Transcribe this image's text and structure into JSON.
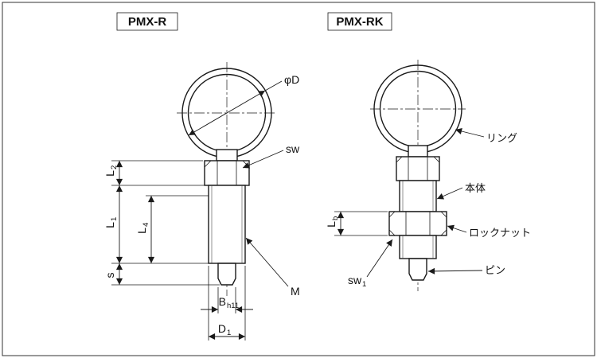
{
  "colors": {
    "line": "#1a1a1a",
    "background": "#ffffff"
  },
  "headers": {
    "left": "PMX-R",
    "right": "PMX-RK"
  },
  "left_figure": {
    "dims": {
      "phiD": "φD",
      "sw": "sw",
      "M": "M",
      "L1": {
        "b": "L",
        "s": "1"
      },
      "L2": {
        "b": "L",
        "s": "2"
      },
      "L4": {
        "b": "L",
        "s": "4"
      },
      "s_dim": {
        "b": "s",
        "s": ""
      },
      "B": {
        "b": "B",
        "s": "h11"
      },
      "D1": {
        "b": "D",
        "s": "1"
      }
    }
  },
  "right_figure": {
    "dims": {
      "Lb": {
        "b": "L",
        "s": "b"
      },
      "sw1": {
        "b": "sw",
        "s": "1"
      }
    },
    "callouts": {
      "ring": "リング",
      "body": "本体",
      "locknut": "ロックナット",
      "pin": "ピン"
    }
  }
}
